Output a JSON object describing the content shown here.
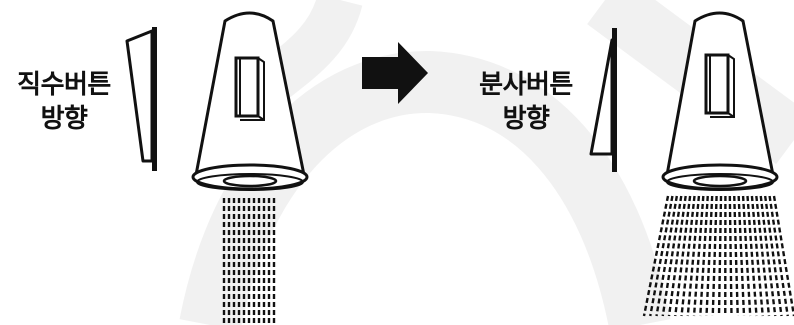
{
  "colors": {
    "ink": "#111111",
    "watermark": "#f1f1f1",
    "background": "#ffffff"
  },
  "left_panel": {
    "label_line1": "직수버튼",
    "label_line2": "방향",
    "spray_mode": "straight"
  },
  "right_panel": {
    "label_line1": "분사버튼",
    "label_line2": "방향",
    "spray_mode": "fan"
  },
  "arrow_icon": "right-arrow-icon"
}
